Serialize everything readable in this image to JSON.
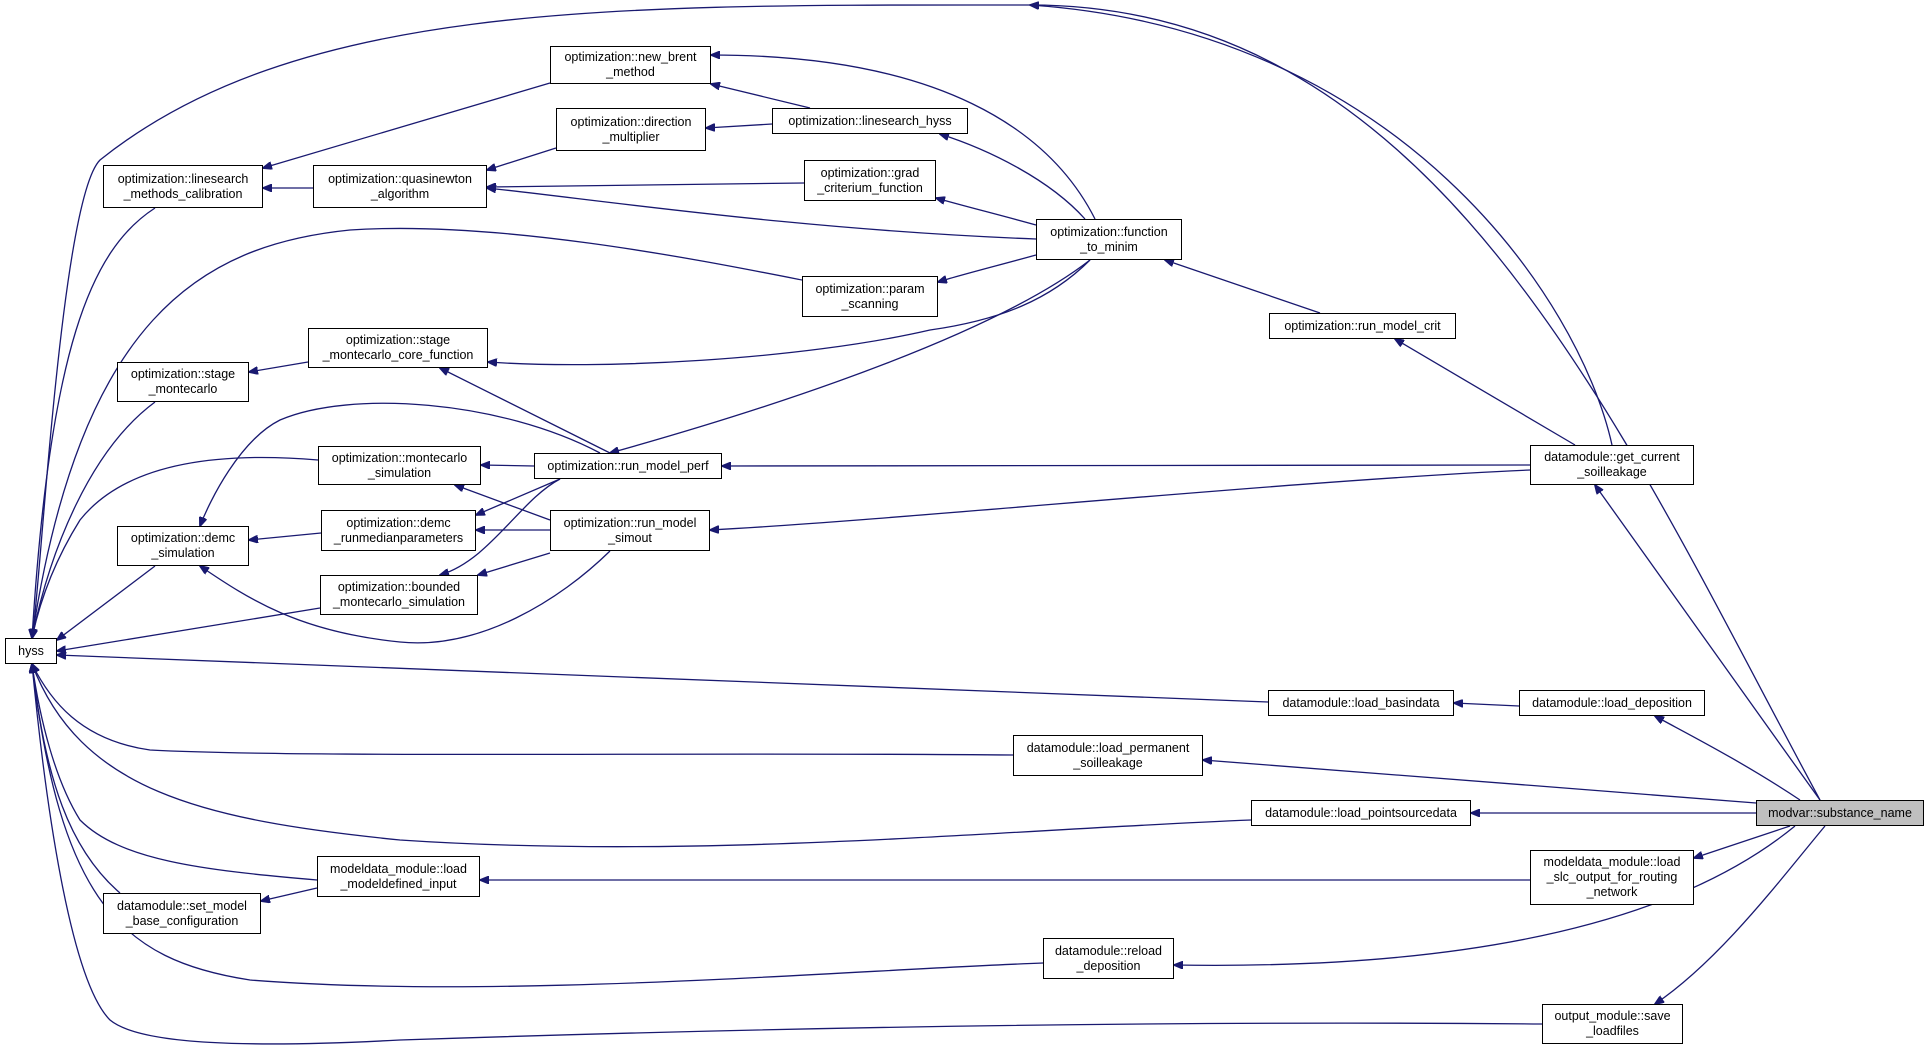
{
  "graph": {
    "edge_color": "#191970",
    "node_border_color": "#000000",
    "root_fill_color": "#bfbfbf",
    "nodes": {
      "n_hyss": "hyss",
      "n_lsmc": "optimization::linesearch\n_methods_calibration",
      "n_qn": "optimization::quasinewton\n_algorithm",
      "n_brent": "optimization::new_brent\n_method",
      "n_dirm": "optimization::direction\n_multiplier",
      "n_lshyss": "optimization::linesearch_hyss",
      "n_grad": "optimization::grad\n_criterium_function",
      "n_ftm": "optimization::function\n_to_minim",
      "n_param": "optimization::param\n_scanning",
      "n_smccf": "optimization::stage\n_montecarlo_core_function",
      "n_stagemc": "optimization::stage\n_montecarlo",
      "n_rmcrit": "optimization::run_model_crit",
      "n_mcsim": "optimization::montecarlo\n_simulation",
      "n_rmperf": "optimization::run_model_perf",
      "n_demcsim": "optimization::demc\n_simulation",
      "n_demcrun": "optimization::demc\n_runmedianparameters",
      "n_rmsim": "optimization::run_model\n_simout",
      "n_bmc": "optimization::bounded\n_montecarlo_simulation",
      "n_gcs": "datamodule::get_current\n_soilleakage",
      "n_lbasin": "datamodule::load_basindata",
      "n_ldep": "datamodule::load_deposition",
      "n_lperm": "datamodule::load_permanent\n_soilleakage",
      "n_lpoint": "datamodule::load_pointsourcedata",
      "n_substance": "modvar::substance_name",
      "n_lmdi": "modeldata_module::load\n_modeldefined_input",
      "n_slc": "modeldata_module::load\n_slc_output_for_routing\n_network",
      "n_smbc": "datamodule::set_model\n_base_configuration",
      "n_reldep": "datamodule::reload\n_deposition",
      "n_save": "output_module::save\n_loadfiles"
    }
  }
}
